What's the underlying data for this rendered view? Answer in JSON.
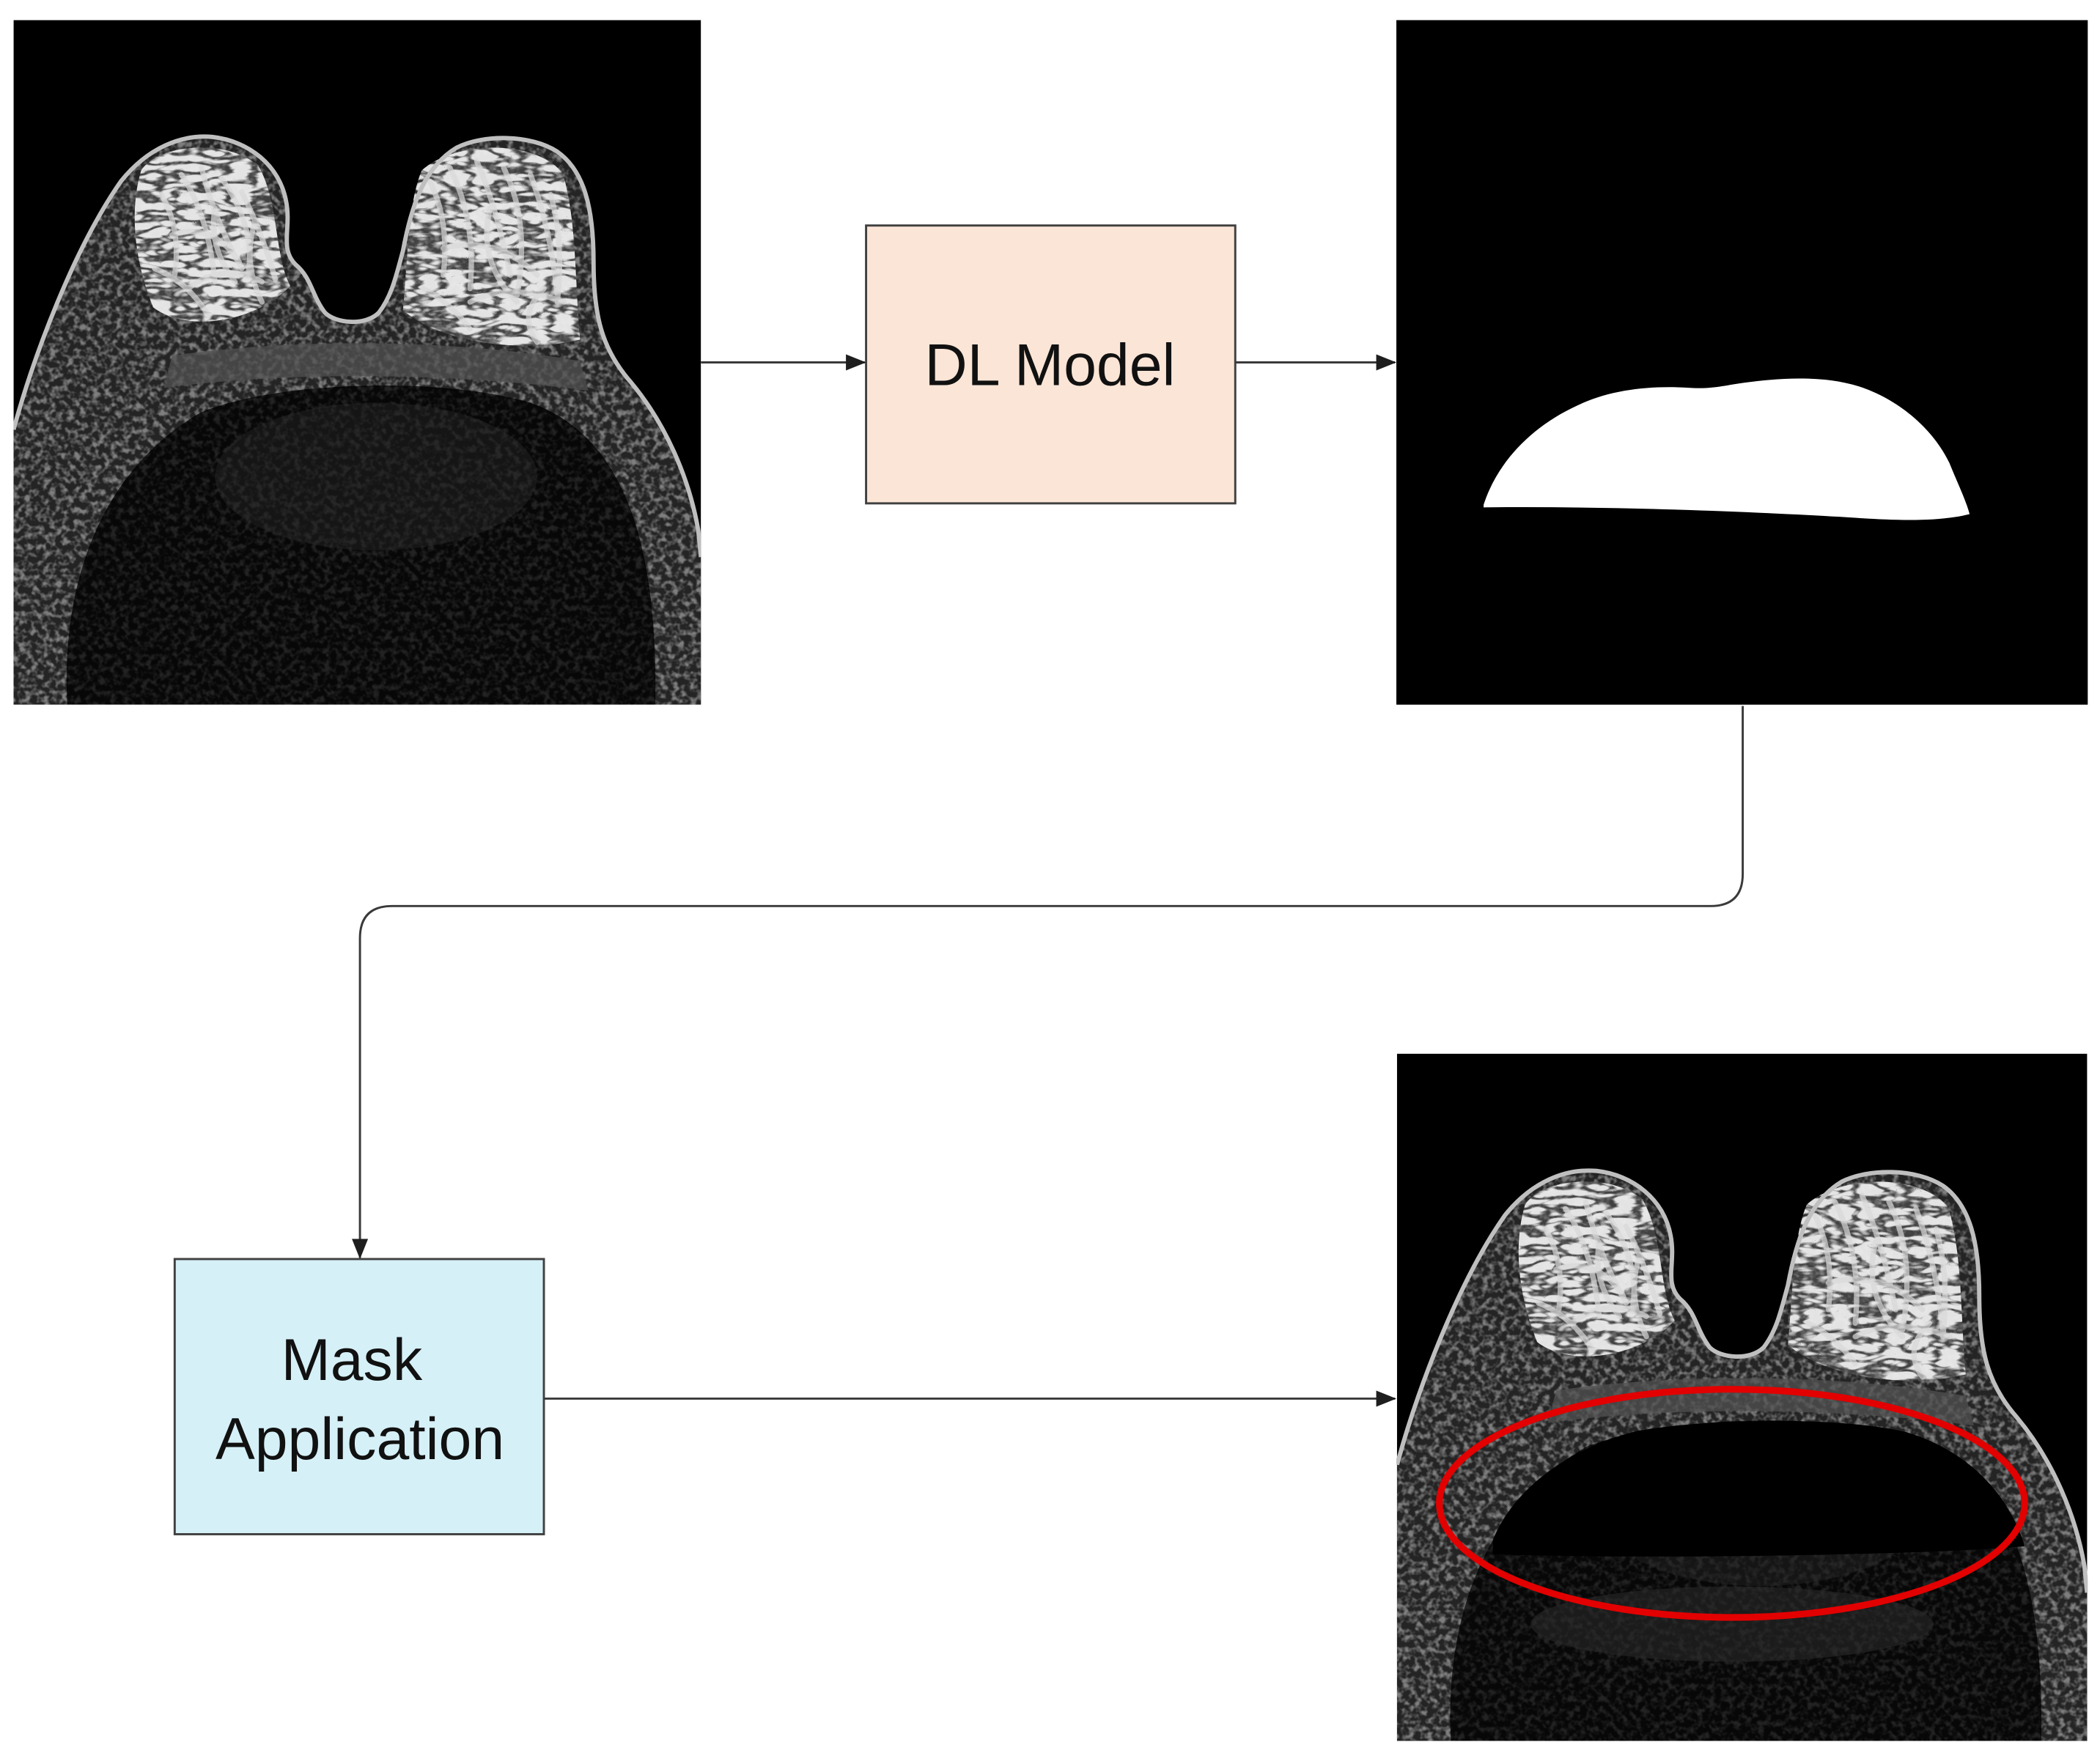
{
  "diagram": {
    "nodes": {
      "dl_model": {
        "label": "DL Model",
        "fill": "#FBE5D6"
      },
      "mask_application": {
        "label_lines": [
          "Mask",
          "Application"
        ],
        "fill": "#D6F0F8"
      }
    },
    "colors": {
      "highlight": "#E20000",
      "mask_foreground": "#FFFFFF",
      "image_background": "#000000"
    }
  }
}
